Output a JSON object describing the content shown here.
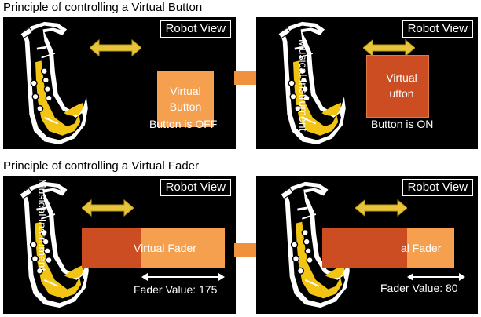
{
  "top_title": "Principle of controlling a Virtual Button",
  "bottom_title": "Principle of controlling a Virtual Fader",
  "robot_view": "Robot View",
  "musical_instrument": "Musical Instrument",
  "virtual_button_line1": "Virtual",
  "virtual_button_line2": "Button",
  "virtual_button_pressed_line1": "Virtual",
  "virtual_button_pressed_line2": "utton",
  "button_off": "Button is OFF",
  "button_on": "Button is ON",
  "virtual_fader": "Virtual Fader",
  "virtual_fader_partial": "al Fader",
  "fader_value_1": "Fader Value: 175",
  "fader_value_2": "Fader Value: 80",
  "colors": {
    "panel_bg": "#000000",
    "button_orange": "#f5a04f",
    "pressed_red": "#cc4d22",
    "double_arrow_yellow": "#e8c43a",
    "transition_arrow": "#f0923d"
  }
}
